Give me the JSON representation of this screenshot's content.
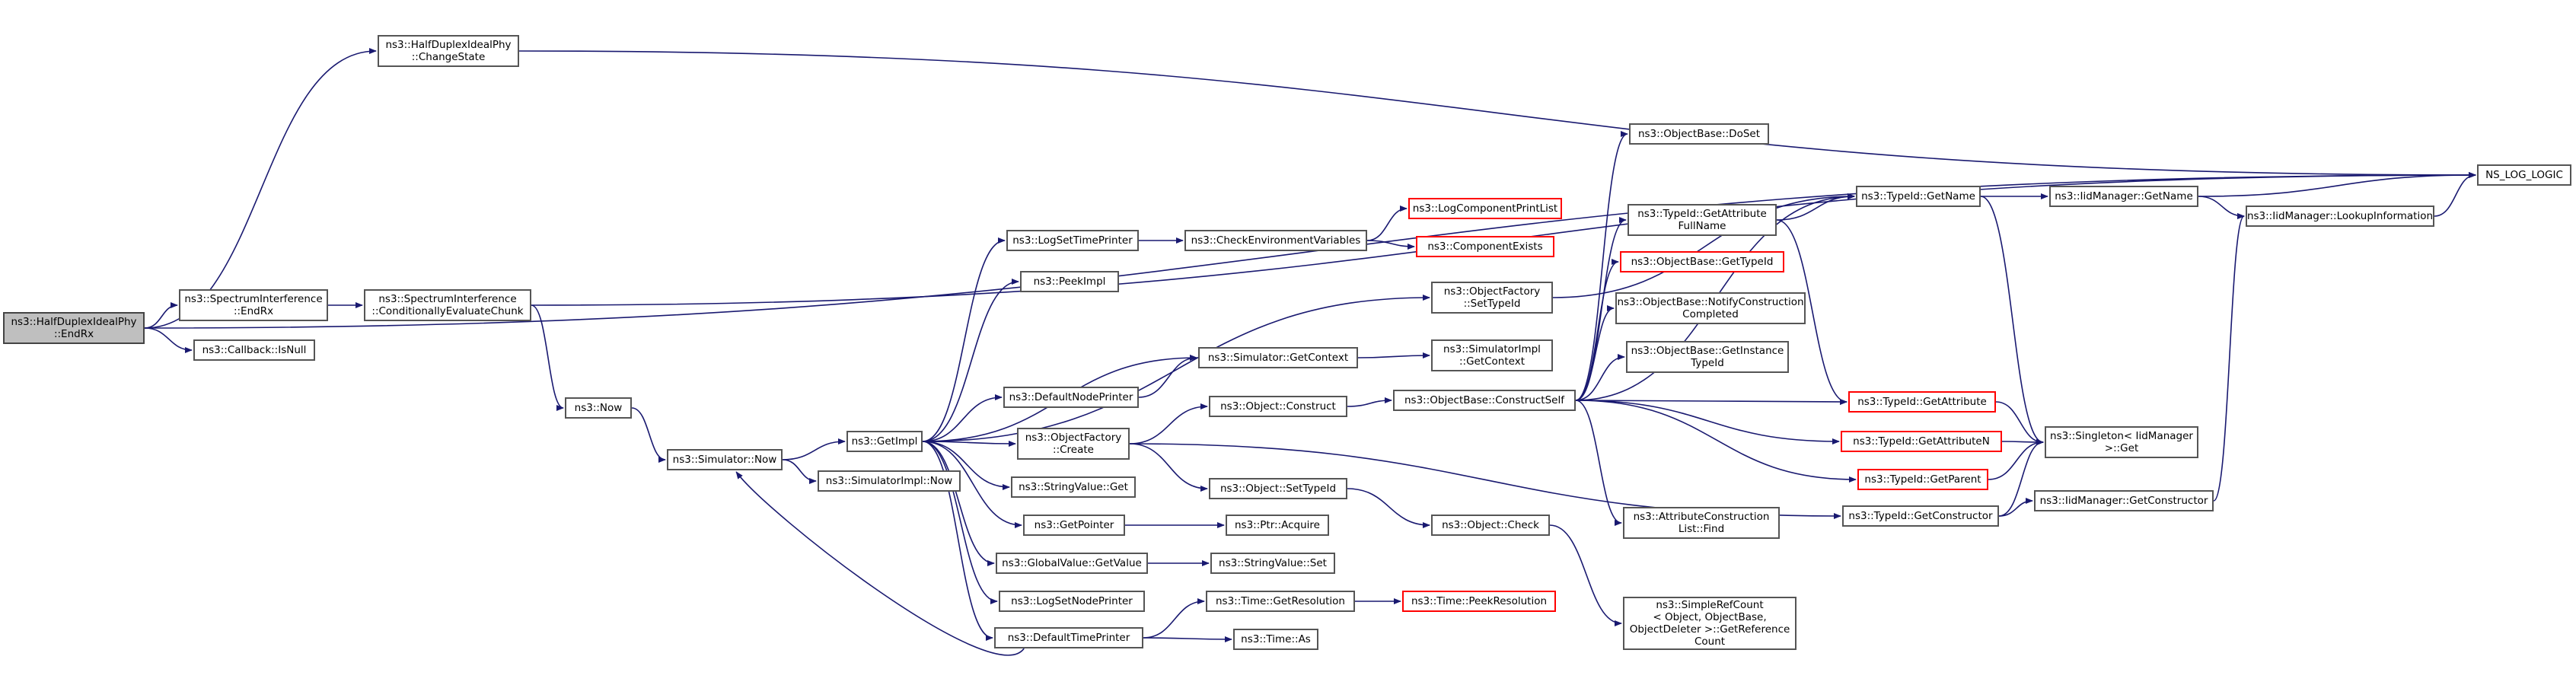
{
  "colors": {
    "edge": "#191970",
    "border": "#555555",
    "truncated_border": "#ff0000",
    "root_fill": "#bfbfbf"
  },
  "nodes": [
    {
      "id": "root",
      "lines": [
        "ns3::HalfDuplexIdealPhy",
        "::EndRx"
      ],
      "style": "root"
    },
    {
      "id": "changestate",
      "lines": [
        "ns3::HalfDuplexIdealPhy",
        "::ChangeState"
      ],
      "style": "normal"
    },
    {
      "id": "specendrx",
      "lines": [
        "ns3::SpectrumInterference",
        "::EndRx"
      ],
      "style": "normal"
    },
    {
      "id": "isnull",
      "lines": [
        "ns3::Callback::IsNull"
      ],
      "style": "normal"
    },
    {
      "id": "condeval",
      "lines": [
        "ns3::SpectrumInterference",
        "::ConditionallyEvaluateChunk"
      ],
      "style": "normal"
    },
    {
      "id": "now",
      "lines": [
        "ns3::Now"
      ],
      "style": "normal"
    },
    {
      "id": "simnow",
      "lines": [
        "ns3::Simulator::Now"
      ],
      "style": "normal"
    },
    {
      "id": "simimplnow",
      "lines": [
        "ns3::SimulatorImpl::Now"
      ],
      "style": "normal"
    },
    {
      "id": "getimpl",
      "lines": [
        "ns3::GetImpl"
      ],
      "style": "normal"
    },
    {
      "id": "logsettime",
      "lines": [
        "ns3::LogSetTimePrinter"
      ],
      "style": "normal"
    },
    {
      "id": "peekimpl",
      "lines": [
        "ns3::PeekImpl"
      ],
      "style": "normal"
    },
    {
      "id": "defnode",
      "lines": [
        "ns3::DefaultNodePrinter"
      ],
      "style": "normal"
    },
    {
      "id": "ofcreate",
      "lines": [
        "ns3::ObjectFactory",
        "::Create"
      ],
      "style": "normal"
    },
    {
      "id": "strget",
      "lines": [
        "ns3::StringValue::Get"
      ],
      "style": "normal"
    },
    {
      "id": "getpointer",
      "lines": [
        "ns3::GetPointer"
      ],
      "style": "normal"
    },
    {
      "id": "gvgetvalue",
      "lines": [
        "ns3::GlobalValue::GetValue"
      ],
      "style": "normal"
    },
    {
      "id": "logsetnode",
      "lines": [
        "ns3::LogSetNodePrinter"
      ],
      "style": "normal"
    },
    {
      "id": "deftime",
      "lines": [
        "ns3::DefaultTimePrinter"
      ],
      "style": "normal"
    },
    {
      "id": "checkenv",
      "lines": [
        "ns3::CheckEnvironmentVariables"
      ],
      "style": "normal"
    },
    {
      "id": "simgetctx",
      "lines": [
        "ns3::Simulator::GetContext"
      ],
      "style": "normal"
    },
    {
      "id": "objconstruct",
      "lines": [
        "ns3::Object::Construct"
      ],
      "style": "normal"
    },
    {
      "id": "objsettypeid",
      "lines": [
        "ns3::Object::SetTypeId"
      ],
      "style": "normal"
    },
    {
      "id": "ptracquire",
      "lines": [
        "ns3::Ptr::Acquire"
      ],
      "style": "normal"
    },
    {
      "id": "strset",
      "lines": [
        "ns3::StringValue::Set"
      ],
      "style": "normal"
    },
    {
      "id": "timegetres",
      "lines": [
        "ns3::Time::GetResolution"
      ],
      "style": "normal"
    },
    {
      "id": "timeas",
      "lines": [
        "ns3::Time::As"
      ],
      "style": "normal"
    },
    {
      "id": "logcomplist",
      "lines": [
        "ns3::LogComponentPrintList"
      ],
      "style": "red"
    },
    {
      "id": "compexists",
      "lines": [
        "ns3::ComponentExists"
      ],
      "style": "red"
    },
    {
      "id": "ofsettypeid",
      "lines": [
        "ns3::ObjectFactory",
        "::SetTypeId"
      ],
      "style": "normal"
    },
    {
      "id": "simimplgetctx",
      "lines": [
        "ns3::SimulatorImpl",
        "::GetContext"
      ],
      "style": "normal"
    },
    {
      "id": "obconstructself",
      "lines": [
        "ns3::ObjectBase::ConstructSelf"
      ],
      "style": "normal"
    },
    {
      "id": "objcheck",
      "lines": [
        "ns3::Object::Check"
      ],
      "style": "normal"
    },
    {
      "id": "peekres",
      "lines": [
        "ns3::Time::PeekResolution"
      ],
      "style": "red"
    },
    {
      "id": "simplerefcount",
      "lines": [
        "ns3::SimpleRefCount",
        "< Object, ObjectBase,",
        "ObjectDeleter >::GetReference",
        "Count"
      ],
      "style": "normal"
    },
    {
      "id": "obdoset",
      "lines": [
        "ns3::ObjectBase::DoSet"
      ],
      "style": "normal"
    },
    {
      "id": "tidgetattrfull",
      "lines": [
        "ns3::TypeId::GetAttribute",
        "FullName"
      ],
      "style": "normal"
    },
    {
      "id": "obgettypeid",
      "lines": [
        "ns3::ObjectBase::GetTypeId"
      ],
      "style": "red"
    },
    {
      "id": "obnotify",
      "lines": [
        "ns3::ObjectBase::NotifyConstruction",
        "Completed"
      ],
      "style": "normal"
    },
    {
      "id": "obgetinst",
      "lines": [
        "ns3::ObjectBase::GetInstance",
        "TypeId"
      ],
      "style": "normal"
    },
    {
      "id": "attrfind",
      "lines": [
        "ns3::AttributeConstruction",
        "List::Find"
      ],
      "style": "normal"
    },
    {
      "id": "tidgetname",
      "lines": [
        "ns3::TypeId::GetName"
      ],
      "style": "normal"
    },
    {
      "id": "tidgetattr",
      "lines": [
        "ns3::TypeId::GetAttribute"
      ],
      "style": "red"
    },
    {
      "id": "tidgetattrn",
      "lines": [
        "ns3::TypeId::GetAttributeN"
      ],
      "style": "red"
    },
    {
      "id": "tidgetparent",
      "lines": [
        "ns3::TypeId::GetParent"
      ],
      "style": "red"
    },
    {
      "id": "tidgetconstructor",
      "lines": [
        "ns3::TypeId::GetConstructor"
      ],
      "style": "normal"
    },
    {
      "id": "iidgetname",
      "lines": [
        "ns3::IidManager::GetName"
      ],
      "style": "normal"
    },
    {
      "id": "singleton",
      "lines": [
        "ns3::Singleton< IidManager",
        ">::Get"
      ],
      "style": "normal"
    },
    {
      "id": "iidgetconstructor",
      "lines": [
        "ns3::IidManager::GetConstructor"
      ],
      "style": "normal"
    },
    {
      "id": "iidlookup",
      "lines": [
        "ns3::IidManager::LookupInformation"
      ],
      "style": "normal"
    },
    {
      "id": "nslog",
      "lines": [
        "NS_LOG_LOGIC"
      ],
      "style": "normal"
    }
  ],
  "edges": [
    [
      "root",
      "changestate"
    ],
    [
      "root",
      "specendrx"
    ],
    [
      "root",
      "isnull"
    ],
    [
      "root",
      "nslog"
    ],
    [
      "changestate",
      "nslog"
    ],
    [
      "specendrx",
      "condeval"
    ],
    [
      "condeval",
      "nslog"
    ],
    [
      "condeval",
      "now"
    ],
    [
      "now",
      "simnow"
    ],
    [
      "simnow",
      "getimpl"
    ],
    [
      "simnow",
      "simimplnow"
    ],
    [
      "getimpl",
      "logsettime"
    ],
    [
      "getimpl",
      "peekimpl"
    ],
    [
      "getimpl",
      "ofsettypeid"
    ],
    [
      "getimpl",
      "simgetctx"
    ],
    [
      "getimpl",
      "defnode"
    ],
    [
      "getimpl",
      "ofcreate"
    ],
    [
      "getimpl",
      "strget"
    ],
    [
      "getimpl",
      "getpointer"
    ],
    [
      "getimpl",
      "gvgetvalue"
    ],
    [
      "getimpl",
      "logsetnode"
    ],
    [
      "getimpl",
      "deftime"
    ],
    [
      "logsettime",
      "checkenv"
    ],
    [
      "checkenv",
      "logcomplist"
    ],
    [
      "checkenv",
      "compexists"
    ],
    [
      "defnode",
      "simgetctx"
    ],
    [
      "simgetctx",
      "simimplgetctx"
    ],
    [
      "ofcreate",
      "objconstruct"
    ],
    [
      "ofcreate",
      "objsettypeid"
    ],
    [
      "ofcreate",
      "tidgetconstructor"
    ],
    [
      "objconstruct",
      "obconstructself"
    ],
    [
      "objsettypeid",
      "objcheck"
    ],
    [
      "objcheck",
      "simplerefcount"
    ],
    [
      "getpointer",
      "ptracquire"
    ],
    [
      "gvgetvalue",
      "strset"
    ],
    [
      "deftime",
      "simnow"
    ],
    [
      "deftime",
      "timegetres"
    ],
    [
      "deftime",
      "timeas"
    ],
    [
      "timegetres",
      "peekres"
    ],
    [
      "ofsettypeid",
      "tidgetname"
    ],
    [
      "obconstructself",
      "obdoset"
    ],
    [
      "obconstructself",
      "tidgetname"
    ],
    [
      "obconstructself",
      "tidgetattrfull"
    ],
    [
      "obconstructself",
      "obgettypeid"
    ],
    [
      "obconstructself",
      "obnotify"
    ],
    [
      "obconstructself",
      "obgetinst"
    ],
    [
      "obconstructself",
      "attrfind"
    ],
    [
      "obconstructself",
      "tidgetattr"
    ],
    [
      "obconstructself",
      "tidgetattrn"
    ],
    [
      "obconstructself",
      "tidgetparent"
    ],
    [
      "tidgetattrfull",
      "tidgetname"
    ],
    [
      "tidgetattrfull",
      "tidgetattr"
    ],
    [
      "tidgetname",
      "iidgetname"
    ],
    [
      "tidgetname",
      "singleton"
    ],
    [
      "tidgetattr",
      "singleton"
    ],
    [
      "tidgetattrn",
      "singleton"
    ],
    [
      "tidgetparent",
      "singleton"
    ],
    [
      "tidgetconstructor",
      "singleton"
    ],
    [
      "tidgetconstructor",
      "iidgetconstructor"
    ],
    [
      "iidgetname",
      "nslog"
    ],
    [
      "iidgetname",
      "iidlookup"
    ],
    [
      "iidgetconstructor",
      "iidlookup"
    ],
    [
      "iidlookup",
      "nslog"
    ]
  ]
}
